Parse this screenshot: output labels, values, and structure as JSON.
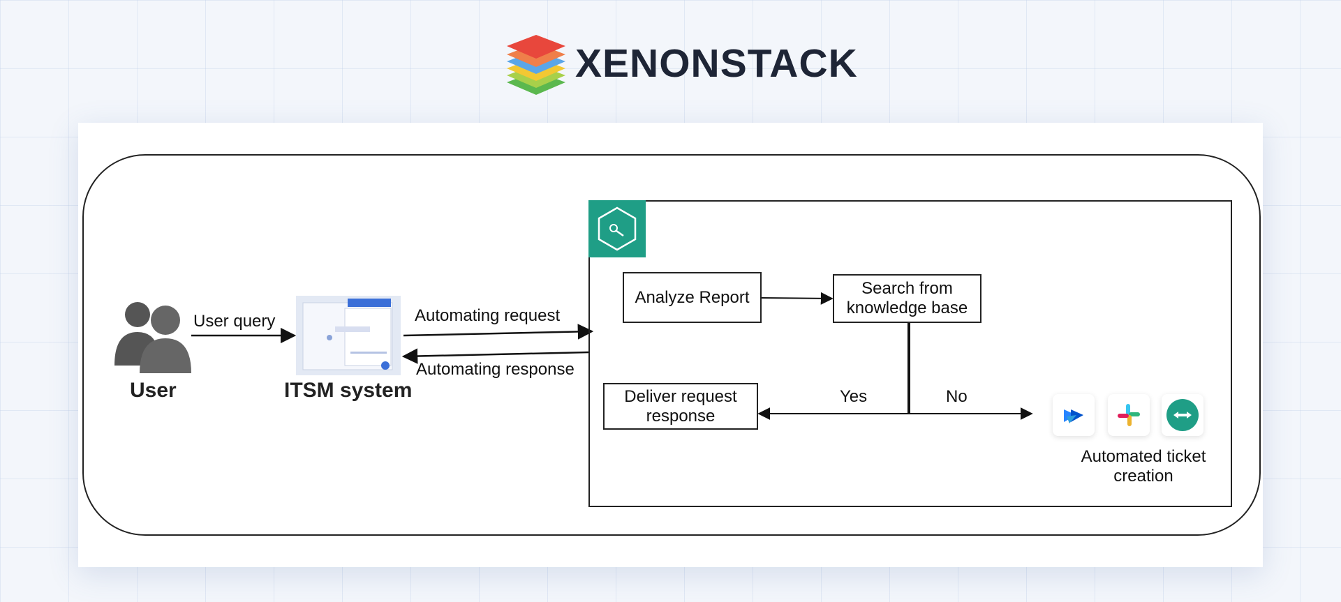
{
  "brand": {
    "name": "XENONSTACK"
  },
  "diagram": {
    "nodes": {
      "user": "User",
      "itsm": "ITSM system",
      "analyze": "Analyze Report",
      "search_line1": "Search from",
      "search_line2": "knowledge base",
      "deliver_line1": "Deliver request",
      "deliver_line2": "response",
      "ticket_line1": "Automated ticket",
      "ticket_line2": "creation"
    },
    "edges": {
      "user_query": "User query",
      "automating_request": "Automating request",
      "automating_response": "Automating response",
      "yes": "Yes",
      "no": "No"
    },
    "icons": [
      "people-icon",
      "itsm-screen-icon",
      "agent-search-icon",
      "jira-icon",
      "slack-icon",
      "teamviewer-icon"
    ],
    "colors": {
      "agent_badge": "#1f9e86",
      "line": "#222222"
    }
  }
}
